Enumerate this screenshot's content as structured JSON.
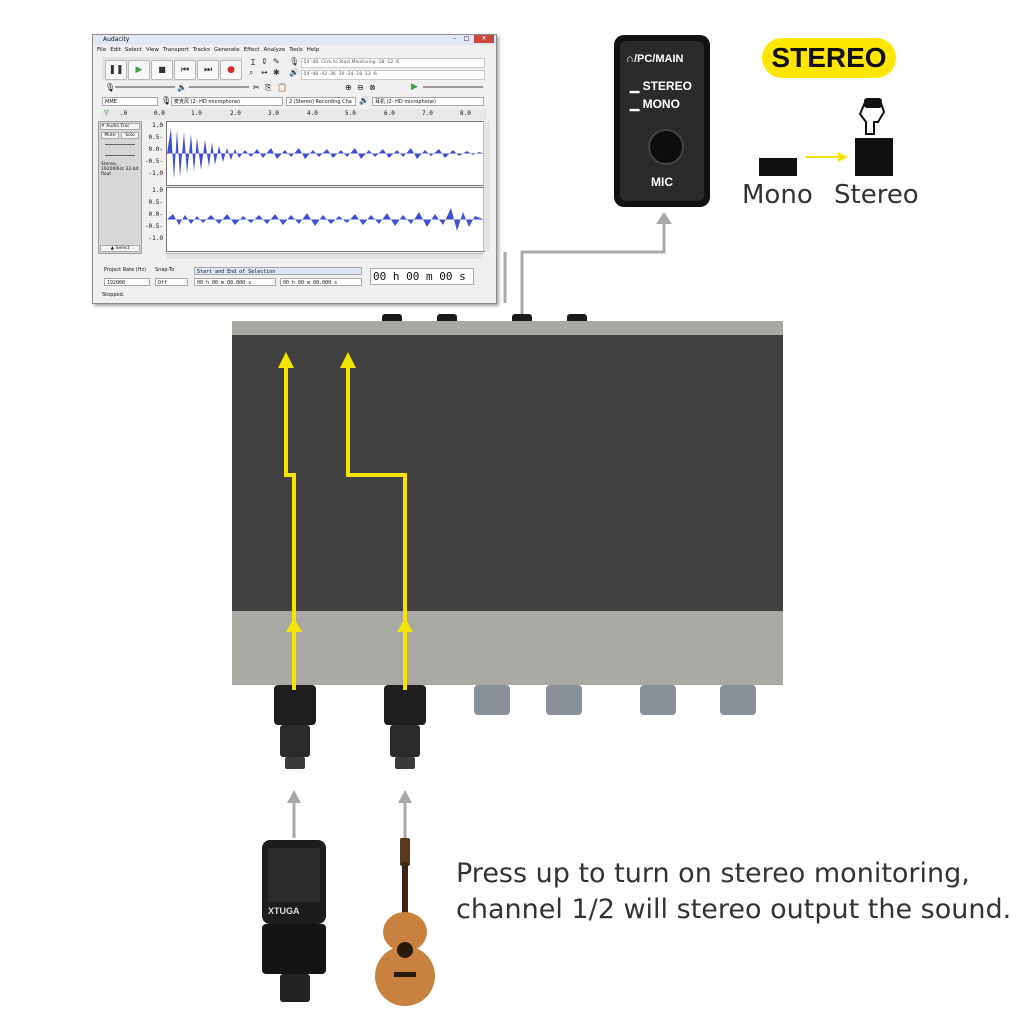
{
  "audacity": {
    "title": "Audacity",
    "menu": [
      "File",
      "Edit",
      "Select",
      "View",
      "Transport",
      "Tracks",
      "Generate",
      "Effect",
      "Analyze",
      "Tools",
      "Help"
    ],
    "meter_hint": "Click to Start Monitoring",
    "meter_ticks": [
      "-54",
      "-48",
      "-42",
      "-36",
      "-30",
      "-24",
      "-18",
      "-12",
      "-6"
    ],
    "host": "MME",
    "input_device": "麦克风 (2- HD  microphone)",
    "channels": "2 (Stereo) Recording Cha",
    "output_device": "耳机 (2- HD  microphone)",
    "ruler_ticks": [
      ".0",
      "0.0",
      "1.0",
      "2.0",
      "3.0",
      "4.0",
      "5.0",
      "6.0",
      "7.0",
      "8.0"
    ],
    "track": {
      "name": "Audio Trac",
      "mute": "Mute",
      "solo": "Solo",
      "info": "Stereo, 192000Hz 32-bit float",
      "select": "Select"
    },
    "scale_top": [
      "1.0",
      "0.5-",
      "0.0-",
      "-0.5-",
      "-1.0"
    ],
    "scale_bottom": [
      "1.0",
      "0.5-",
      "0.0-",
      "-0.5-",
      "-1.0"
    ],
    "project_rate_label": "Project Rate (Hz)",
    "project_rate": "192000",
    "snap_label": "Snap-To",
    "snap_value": "Off",
    "selection_mode": "Start and End of Selection",
    "sel_start": "00 h 00 m 00.000 s",
    "sel_end": "00 h 00 m 00.000 s",
    "position": "00 h 00 m 00 s",
    "status": "Stopped."
  },
  "switch_panel": {
    "top_label": "/PC/MAIN",
    "stereo": "STEREO",
    "mono": "MONO",
    "mic": "MIC"
  },
  "badge": "STEREO",
  "mode": {
    "from": "Mono",
    "to": "Stereo"
  },
  "caption": {
    "line1": "Press up to turn on stereo monitoring,",
    "line2": "channel 1/2 will stereo output the sound."
  },
  "mic_brand": "XTUGA",
  "colors": {
    "accent_yellow": "#ffe600",
    "arrow_yellow": "#f5e400",
    "waveform": "#3f4fd4",
    "device_dark": "#414141",
    "device_grey": "#a9a9a3"
  }
}
